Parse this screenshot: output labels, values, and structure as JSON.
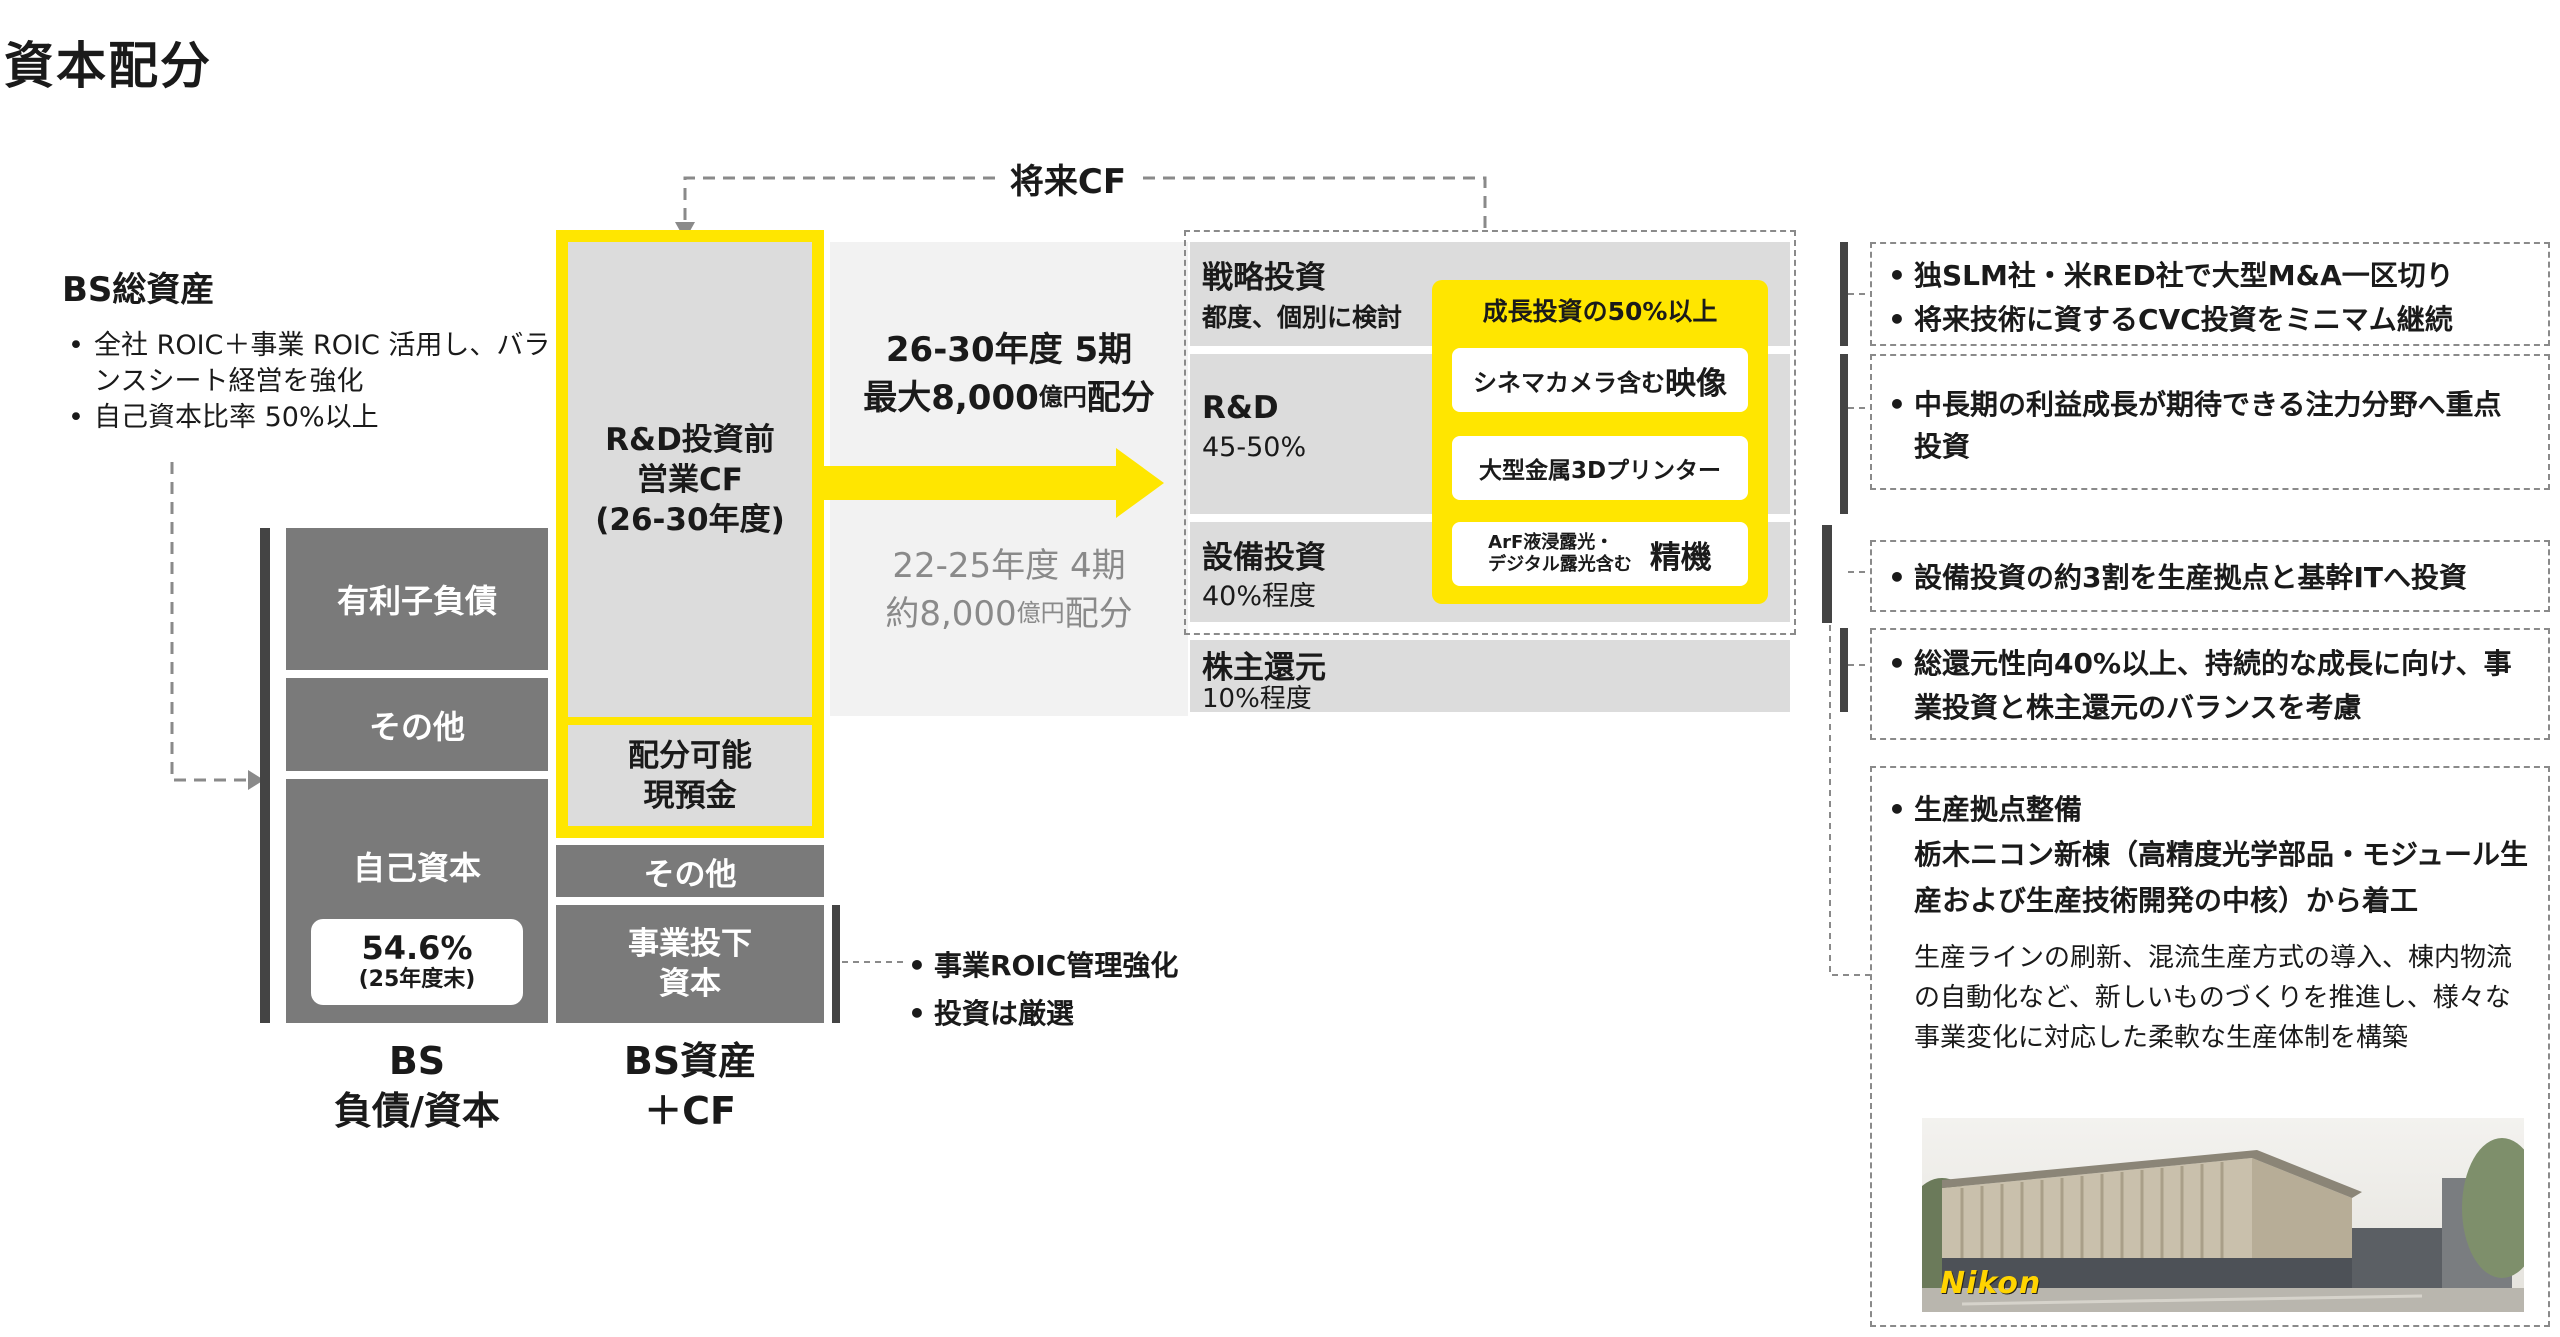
{
  "page_title": "資本配分",
  "future_cf_label": "将来CF",
  "bs_total": {
    "title": "BS総資産",
    "bullets": [
      "全社 ROIC＋事業 ROIC 活用し、バランスシート経営を強化",
      "自己資本比率 50%以上"
    ]
  },
  "bs_column": {
    "items": [
      "有利子負債",
      "その他",
      "自己資本"
    ],
    "equity_ratio": "54.6%",
    "equity_ratio_note": "(25年度末)",
    "label_line1": "BS",
    "label_line2": "負債/資本"
  },
  "cf_column": {
    "top_label": "R&D投資前\n営業CF\n(26-30年度)",
    "cash_label": "配分可能\n現預金",
    "other_label": "その他",
    "biz_label": "事業投下\n資本",
    "label_line1": "BS資産",
    "label_line2": "＋CF"
  },
  "allocation": {
    "current_period": "26-30年度 5期",
    "current_amount": "最大8,000",
    "current_unit": "億円",
    "current_suffix": "配分",
    "prev_period": "22-25年度 4期",
    "prev_amount": "約8,000",
    "prev_unit": "億円",
    "prev_suffix": "配分"
  },
  "biz_bullets": [
    "事業ROIC管理強化",
    "投資は厳選"
  ],
  "categories": {
    "strategic": {
      "title": "戦略投資",
      "sub": "都度、個別に検討"
    },
    "rd": {
      "title": "R&D",
      "sub": "45-50%"
    },
    "capex": {
      "title": "設備投資",
      "sub": "40%程度"
    },
    "return": {
      "title": "株主還元",
      "sub": "10%程度"
    }
  },
  "growth": {
    "title": "成長投資の50%以上",
    "items": [
      {
        "left": "シネマカメラ含む",
        "right": "映像"
      },
      {
        "left": "大型金属3Dプリンター",
        "right": ""
      },
      {
        "left": "ArF液浸露光・\nデジタル露光含む",
        "right": "精機"
      }
    ]
  },
  "right_notes": [
    [
      "独SLM社・米RED社で大型M&A一区切り",
      "将来技術に資するCVC投資をミニマム継続"
    ],
    [
      "中長期の利益成長が期待できる注力分野へ重点投資"
    ],
    [
      "設備投資の約3割を生産拠点と基幹ITへ投資"
    ],
    [
      "総還元性向40%以上、持続的な成長に向け、事業投資と株主還元のバランスを考慮"
    ]
  ],
  "production": {
    "title": "生産拠点整備",
    "subtitle": "栃木ニコン新棟（高精度光学部品・モジュール生産および生産技術開発の中核）から着工",
    "body": "生産ラインの刷新、混流生産方式の導入、棟内物流の自動化など、新しいものづくりを推進し、様々な事業変化に対応した柔軟な生産体制を構築",
    "logo_text": "Nikon"
  },
  "colors": {
    "accent": "#ffe600",
    "dark_gray": "#7a7a7a",
    "light_gray": "#dcdcdc"
  }
}
